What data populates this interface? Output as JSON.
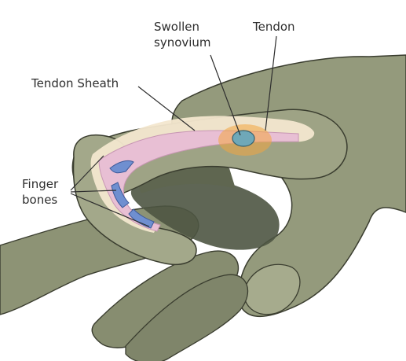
{
  "diagram": {
    "labels": {
      "swollen_synovium": [
        "Swollen",
        "synovium"
      ],
      "tendon": "Tendon",
      "tendon_sheath": "Tendon Sheath",
      "finger_bones": [
        "Finger",
        "bones"
      ]
    }
  },
  "colors": {
    "skin": "#949a7c",
    "skin_dark": "#5f6650",
    "skin_light": "#b6bb9f",
    "outline": "#3a3d2f",
    "tendon": "#e8bfd4",
    "tendon_edge": "#c796b3",
    "sheath": "#f3e7cf",
    "bone_blue": "#6f8fd0",
    "synovium": "#6fa8b8",
    "inflammation": "#f3a640"
  }
}
